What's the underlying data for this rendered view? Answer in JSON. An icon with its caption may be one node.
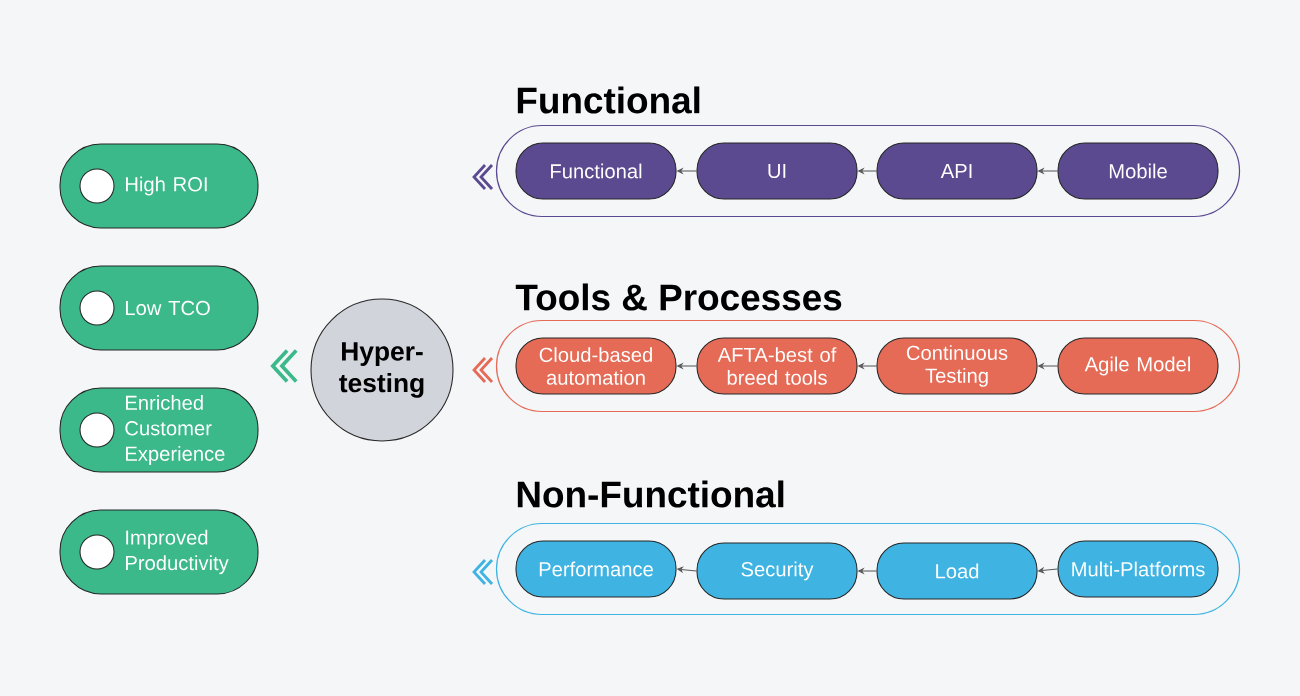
{
  "diagram": {
    "nodes": [
      {
        "text": [
          "Functional"
        ]
      },
      {
        "text": [
          "Functional"
        ],
        "in": 0
      },
      {
        "text": [
          "UI"
        ],
        "in": 0
      },
      {
        "text": [
          "API"
        ],
        "in": 0
      },
      {
        "text": [
          "Mobile"
        ],
        "in": 0
      },
      {
        "text": [
          "Tools & Processes"
        ]
      },
      {
        "text": [
          "Cloud-based automation"
        ],
        "in": 5
      },
      {
        "text": [
          "AFTA-best of breed tools"
        ],
        "in": 5
      },
      {
        "text": [
          "Continuous Testing"
        ],
        "in": 5
      },
      {
        "text": [
          "Agile Model"
        ],
        "in": 5
      },
      {
        "text": [
          "Non-Functional"
        ]
      },
      {
        "text": [
          "Performance"
        ],
        "in": 10
      },
      {
        "text": [
          "Security"
        ],
        "in": 10
      },
      {
        "text": [
          "Load"
        ],
        "in": 10
      },
      {
        "text": [
          "Multi-Platforms"
        ],
        "in": 10
      },
      {
        "text": [
          "Hyper-testing"
        ]
      },
      {
        "text": [
          "High ROI"
        ]
      },
      {
        "text": [
          "Low TCO"
        ]
      },
      {
        "text": [
          "Enriched Customer Experience"
        ]
      },
      {
        "text": [
          "Improved Productivity"
        ]
      }
    ],
    "edges": [
      {
        "from": 4,
        "to": 3,
        "arrow": "to"
      },
      {
        "from": 3,
        "to": 2,
        "arrow": "to"
      },
      {
        "from": 2,
        "to": 1,
        "arrow": "to"
      },
      {
        "from": 9,
        "to": 8,
        "arrow": "to"
      },
      {
        "from": 8,
        "to": 7,
        "arrow": "to"
      },
      {
        "from": 7,
        "to": 6,
        "arrow": "to"
      },
      {
        "from": 14,
        "to": 13,
        "arrow": "to"
      },
      {
        "from": 13,
        "to": 12,
        "arrow": "to"
      },
      {
        "from": 12,
        "to": 11,
        "arrow": "to"
      }
    ]
  }
}
